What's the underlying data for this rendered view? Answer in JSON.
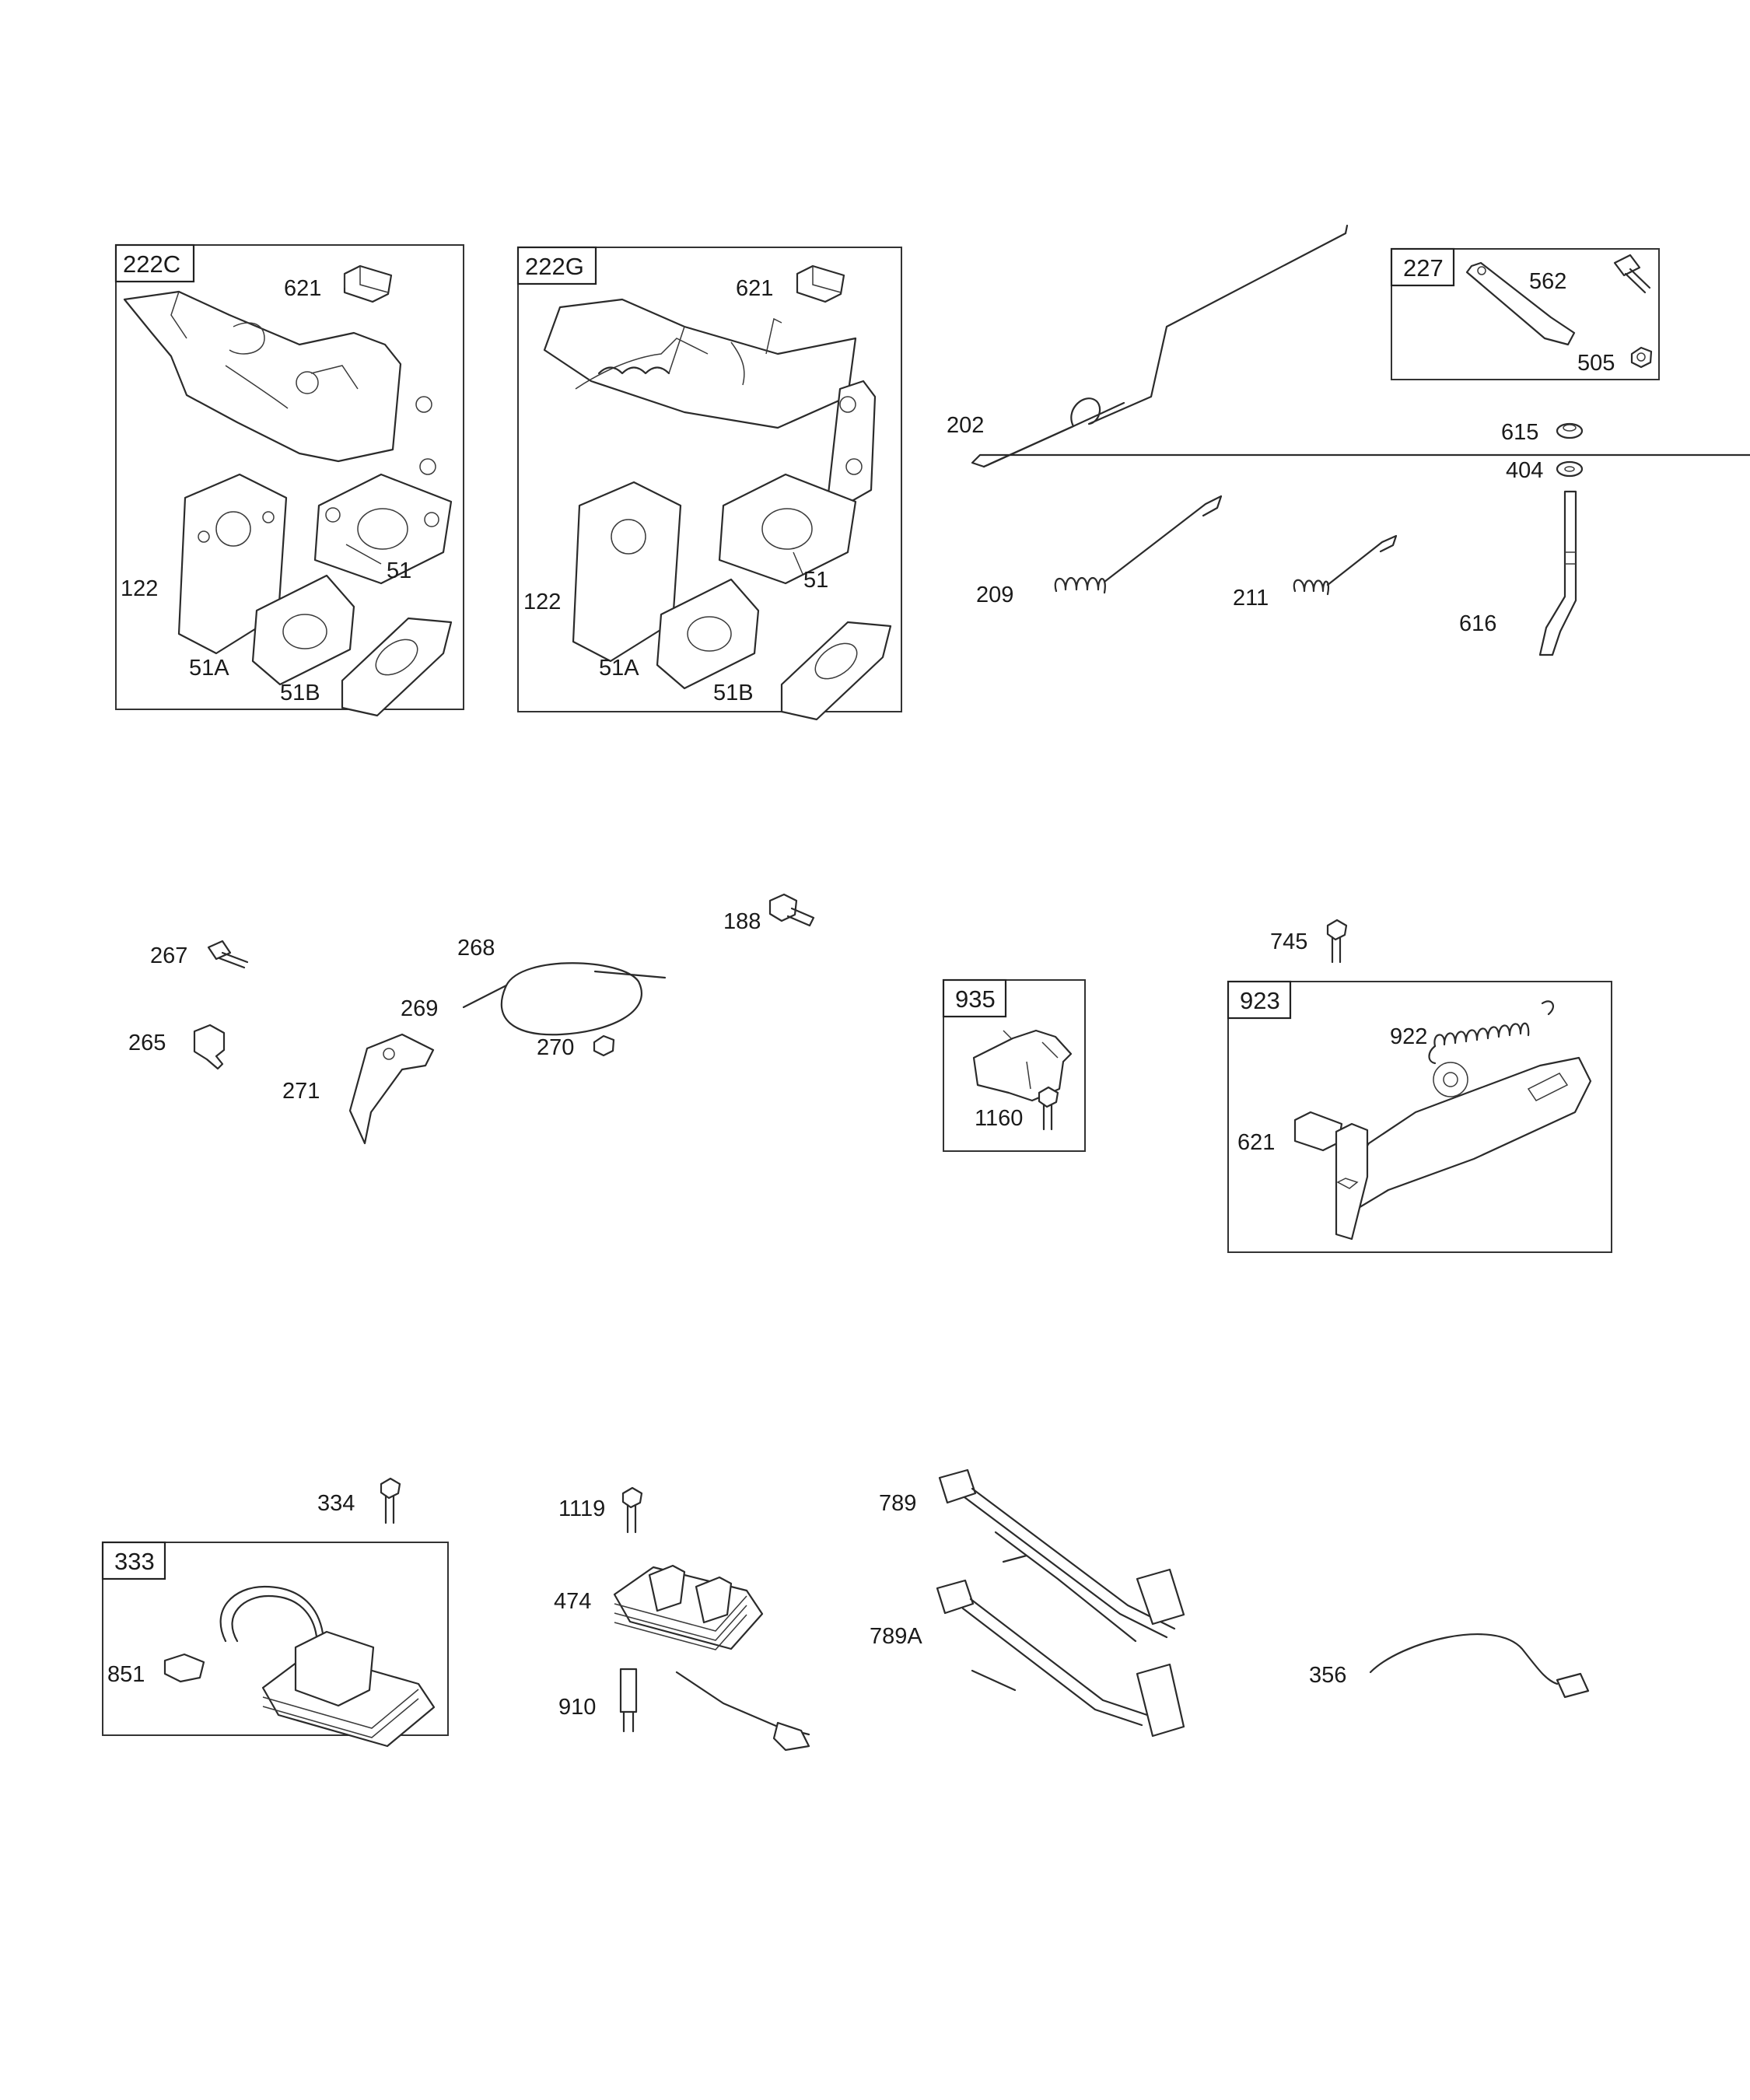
{
  "diagram": {
    "groups": {
      "g222c": "222C",
      "g222g": "222G",
      "g227": "227",
      "g935": "935",
      "g923": "923",
      "g333": "333"
    },
    "parts": {
      "p621a": "621",
      "p51a": "51",
      "p122a": "122",
      "p51Aa": "51A",
      "p51Ba": "51B",
      "p621b": "621",
      "p51b": "51",
      "p122b": "122",
      "p51Ab": "51A",
      "p51Bb": "51B",
      "p202": "202",
      "p209": "209",
      "p211": "211",
      "p562": "562",
      "p505": "505",
      "p615": "615",
      "p404": "404",
      "p616": "616",
      "p267": "267",
      "p268": "268",
      "p269": "269",
      "p270": "270",
      "p265": "265",
      "p271": "271",
      "p188": "188",
      "p1160": "1160",
      "p745": "745",
      "p922": "922",
      "p621c": "621",
      "p334": "334",
      "p851": "851",
      "p1119": "1119",
      "p474": "474",
      "p910": "910",
      "p789": "789",
      "p789A": "789A",
      "p356": "356"
    }
  }
}
